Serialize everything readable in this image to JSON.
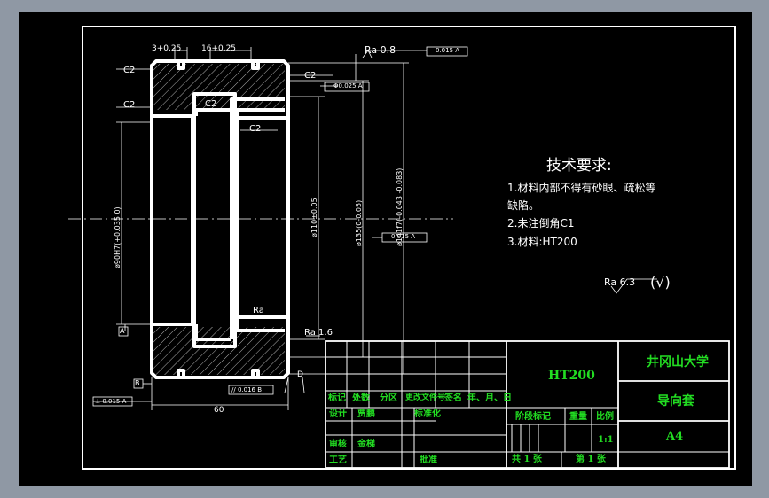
{
  "colors": {
    "desktop": "#8f98a4",
    "paper": "#000000",
    "line": "#ffffff",
    "title_text": "#22dd22"
  },
  "dims": {
    "groove_w": "3+0.25",
    "groove_gap": "16+0.25",
    "ra_top": "Ra 0.8",
    "c2": "C2",
    "fcf_top": "0.015 A",
    "fcf_mid": "Φ0.025 A",
    "fcf_center": "0.015 A",
    "dia_10": "ø110±0.05",
    "dia_135": "ø135(0-0.05)",
    "dia_141": "ø141f7(-0.043 -0.083)",
    "dia_90": "ø90H7(+0.035 0)",
    "ra_mid": "Ra",
    "ra_bottom": "Ra 1.6",
    "datum_a": "A",
    "datum_b": "B",
    "fcf_flat": "⊥ 0.015 A",
    "fcf_par": "// 0.016 B",
    "width": "60",
    "d_label": "D"
  },
  "tech_req": {
    "title": "技术要求:",
    "l1": "1.材料内部不得有砂眼、疏松等",
    "l2": "缺陷。",
    "l3": "2.未注倒角C1",
    "l4": "3.材料:HT200",
    "rough": "Ra 6.3"
  },
  "title_block": {
    "material": "HT200",
    "university": "井冈山大学",
    "part_name": "导向套",
    "size": "A4",
    "mark": "标记",
    "count": "处数",
    "zone": "分区",
    "doc": "更改文件号",
    "sign": "签名",
    "date": "年、月、日",
    "design": "设计",
    "designer": "贾鹏",
    "standard": "标准化",
    "stage": "阶段标记",
    "weight": "重量",
    "scale_lbl": "比例",
    "scale": "1:1",
    "check": "审核",
    "checker": "金梯",
    "process": "工艺",
    "approve": "批准",
    "sheets": "共 1 张",
    "sheet": "第 1 张"
  }
}
